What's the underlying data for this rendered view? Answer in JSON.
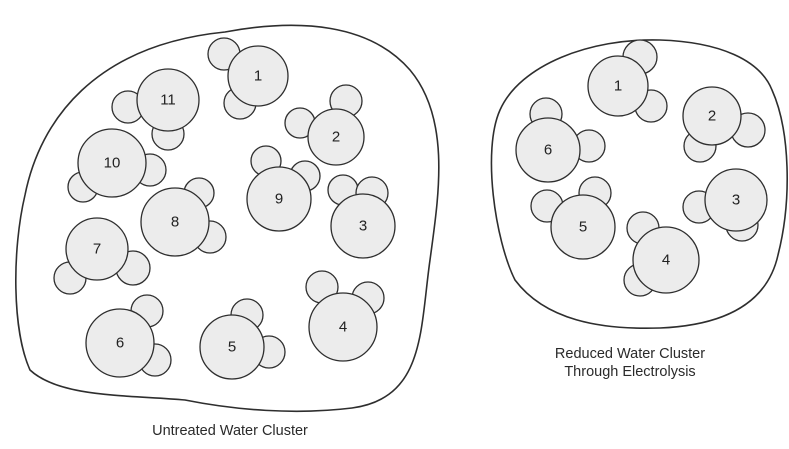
{
  "diagram": {
    "clusters": [
      {
        "id": "untreated",
        "caption": "Untreated Water Cluster",
        "molecules": [
          "1",
          "2",
          "3",
          "4",
          "5",
          "6",
          "7",
          "8",
          "9",
          "10",
          "11"
        ]
      },
      {
        "id": "reduced",
        "caption_line1": "Reduced Water Cluster",
        "caption_line2": "Through Electrolysis",
        "molecules": [
          "1",
          "2",
          "3",
          "4",
          "5",
          "6"
        ]
      }
    ]
  }
}
